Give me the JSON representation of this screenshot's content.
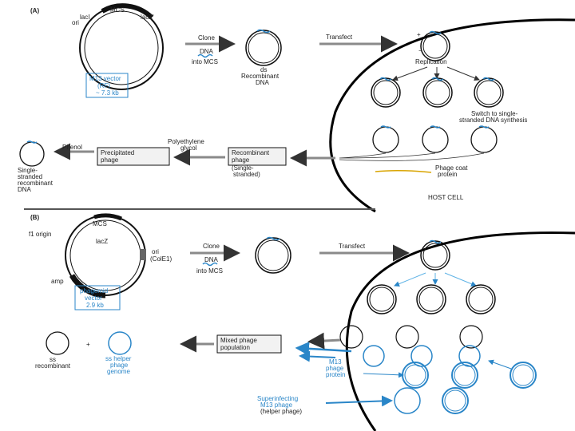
{
  "colors": {
    "ink": "#111111",
    "blue": "#2a86c8",
    "light_blue": "#5fb3e6",
    "grey_arrow": "#8a8a8a",
    "box_fill": "#f2f2f2"
  },
  "panel_a": {
    "label": "(A)",
    "vector_tags": {
      "mcs": "MCS",
      "laci": "lacI",
      "lacz": "lacZ'",
      "ori": "ori"
    },
    "vector_caption": [
      "M13 vector",
      "(RF)",
      "~ 7.3 kb"
    ],
    "clone_label": "Clone",
    "dna_label": "DNA",
    "into_mcs": "into MCS",
    "ds_label": [
      "ds",
      "Recombinant",
      "DNA"
    ],
    "transfect": "Transfect",
    "replication": "Replication",
    "switch_note": [
      "Switch to single-",
      "stranded DNA synthesis"
    ],
    "phage_coat": [
      "Phage coat",
      "protein"
    ],
    "host_cell": "HOST CELL",
    "recombinant_phage_box": [
      "Recombinant",
      "phage"
    ],
    "single_stranded_note": [
      "(Single-",
      "stranded)"
    ],
    "peg": [
      "Polyethylene",
      "glycol"
    ],
    "precipitated_box": [
      "Precipitated",
      "phage"
    ],
    "phenol": "Phenol",
    "ss_dna": [
      "Single-",
      "stranded",
      "recombinant",
      "DNA"
    ]
  },
  "panel_b": {
    "label": "(B)",
    "vector_tags": {
      "mcs": "MCS",
      "f1": "f1 origin",
      "lacz": "lacZ",
      "ori": [
        "ori",
        "(ColE1)"
      ],
      "amp": "amp"
    },
    "vector_caption": [
      "phagemid",
      "vector",
      "2.9 kb"
    ],
    "clone_label": "Clone",
    "dna_label": "DNA",
    "into_mcs": "into MCS",
    "transfect": "Transfect",
    "mixed_box": [
      "Mixed phage",
      "population"
    ],
    "m13_protein": [
      "M13",
      "phage",
      "protein"
    ],
    "ss_recombinant": [
      "ss",
      "recombinant"
    ],
    "helper_genome": [
      "ss helper",
      "phage",
      "genome"
    ],
    "superinfecting": [
      "Superinfecting",
      "M13 phage",
      "(helper phage)"
    ]
  }
}
